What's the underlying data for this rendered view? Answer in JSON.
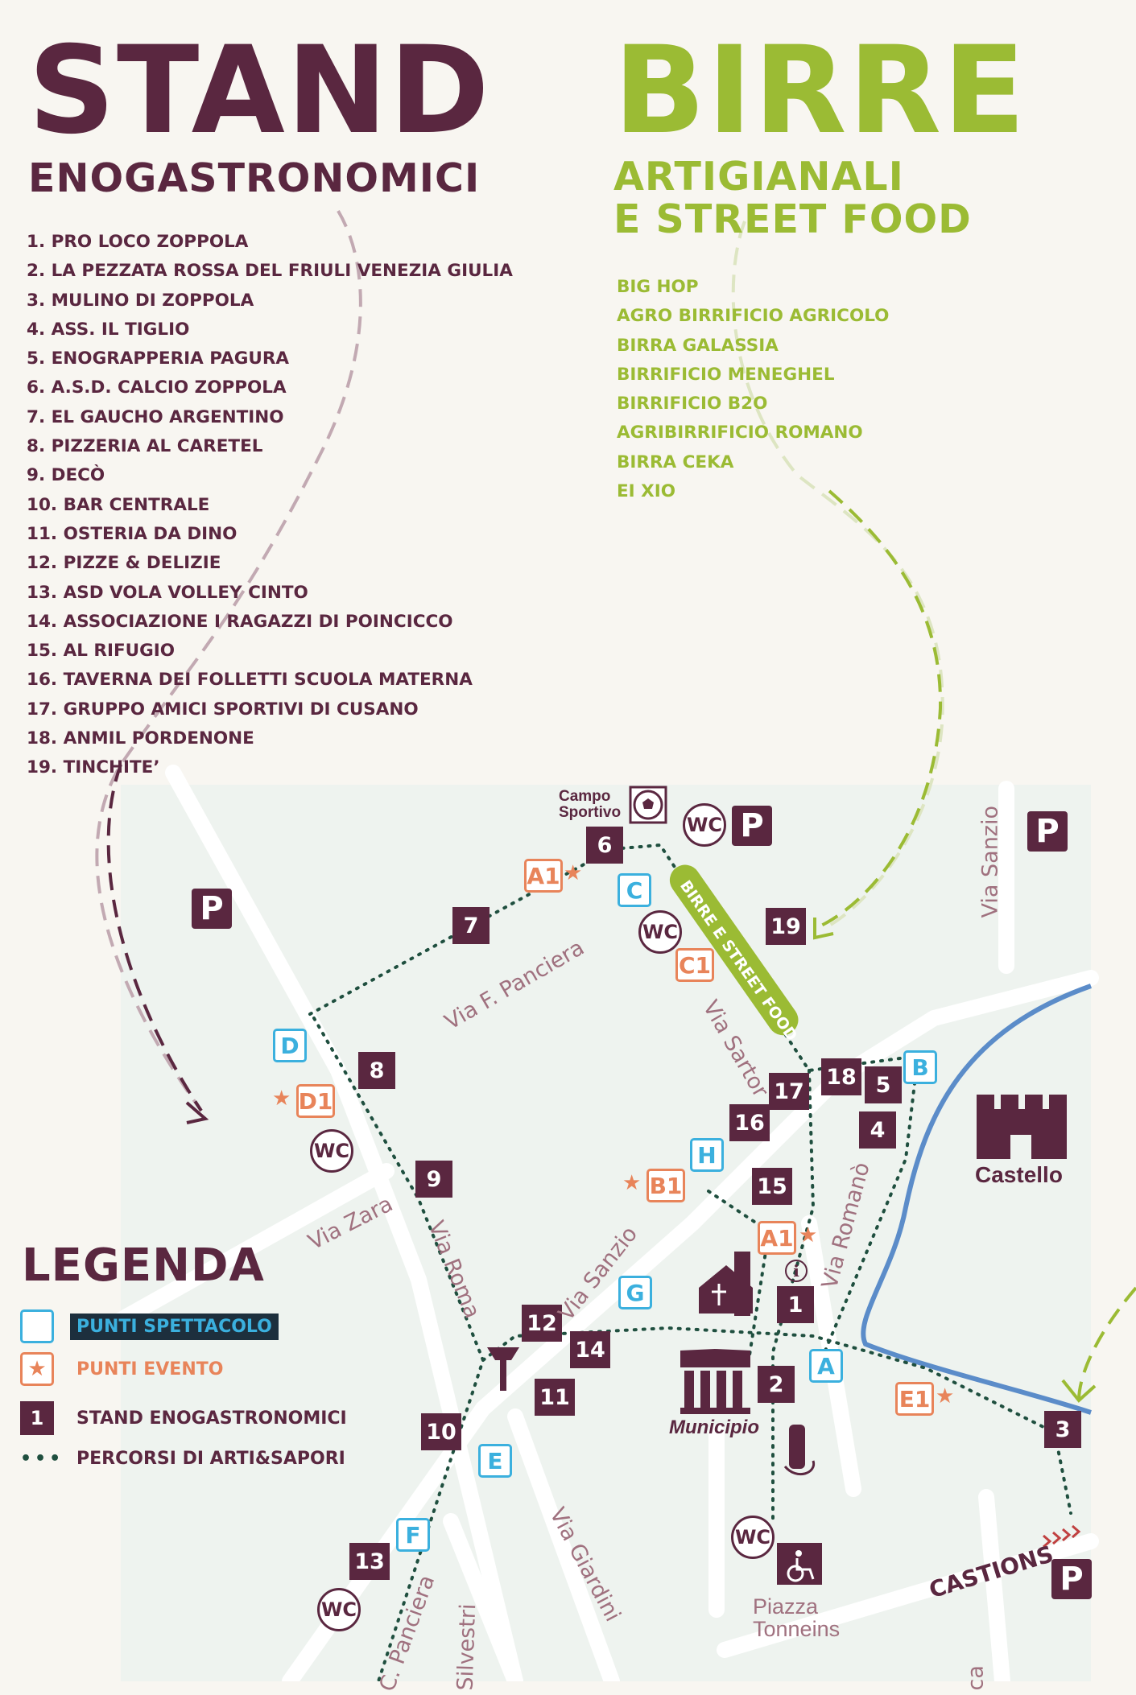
{
  "header": {
    "stand_title": "STAND",
    "stand_subtitle": "ENOGASTRONOMICI",
    "birre_title": "BIRRE",
    "birre_subtitle_1": "ARTIGIANALI",
    "birre_subtitle_2": "E STREET FOOD"
  },
  "stands": [
    "1. PRO LOCO ZOPPOLA",
    "2. LA PEZZATA ROSSA DEL FRIULI VENEZIA GIULIA",
    "3. MULINO DI ZOPPOLA",
    "4. ASS. IL TIGLIO",
    "5. ENOGRAPPERIA PAGURA",
    "6. A.S.D. CALCIO ZOPPOLA",
    "7. EL GAUCHO ARGENTINO",
    "8. PIZZERIA AL CARETEL",
    "9. DECÒ",
    "10. BAR CENTRALE",
    "11. OSTERIA DA DINO",
    "12. PIZZE & DELIZIE",
    "13. ASD VOLA VOLLEY CINTO",
    "14. ASSOCIAZIONE I RAGAZZI DI POINCICCO",
    "15. AL RIFUGIO",
    "16. TAVERNA DEI FOLLETTI SCUOLA MATERNA",
    "17. GRUPPO AMICI SPORTIVI DI CUSANO",
    "18. ANMIL PORDENONE",
    "19. TINCHITE’"
  ],
  "breweries": [
    "BIG HOP",
    "AGRO BIRRIFICIO AGRICOLO",
    "BIRRA GALASSIA",
    "BIRRIFICIO MENEGHEL",
    "BIRRIFICIO B2O",
    "AGRIBIRRIFICIO ROMANO",
    "BIRRA CEKA",
    "EI XIO"
  ],
  "legend": {
    "title": "LEGENDA",
    "spettacolo": "PUNTI SPETTACOLO",
    "evento": "PUNTI EVENTO",
    "stand_number": "1",
    "stand": "STAND ENOGASTRONOMICI",
    "percorsi": "PERCORSI DI ARTI&SAPORI"
  },
  "map": {
    "stand_numbers": [
      "1",
      "2",
      "3",
      "4",
      "5",
      "6",
      "7",
      "8",
      "9",
      "10",
      "11",
      "12",
      "13",
      "14",
      "15",
      "16",
      "17",
      "18",
      "19"
    ],
    "show_points": [
      "A",
      "B",
      "C",
      "D",
      "E",
      "F",
      "G",
      "H"
    ],
    "event_points": [
      "A1",
      "A1",
      "B1",
      "C1",
      "D1",
      "E1"
    ],
    "wc_label": "WC",
    "parking_label": "P",
    "info_label": "i",
    "beer_banner": "BIRRE E STREET FOOD",
    "campo_line1": "Campo",
    "campo_line2": "Sportivo",
    "castello": "Castello",
    "municipio": "Municipio",
    "piazza_line1": "Piazza",
    "piazza_line2": "Tonneins",
    "castions": "CASTIONS",
    "streets": {
      "panciera": "Via F. Panciera",
      "sartor": "Via Sartor",
      "sanzio_top": "Via Sanzio",
      "zara": "Via Zara",
      "roma": "Via Roma",
      "sanzio": "Via Sanzio",
      "romano": "Via Romanò",
      "giardini": "Via Giardini",
      "c_panciera": "C. Panciera",
      "silvestri": "Silvestri",
      "ca": "ca"
    }
  },
  "colors": {
    "maroon": "#5a2740",
    "green": "#9bbb34",
    "blue": "#3bb0de",
    "orange": "#e8845a",
    "river": "#5b8cc9"
  }
}
